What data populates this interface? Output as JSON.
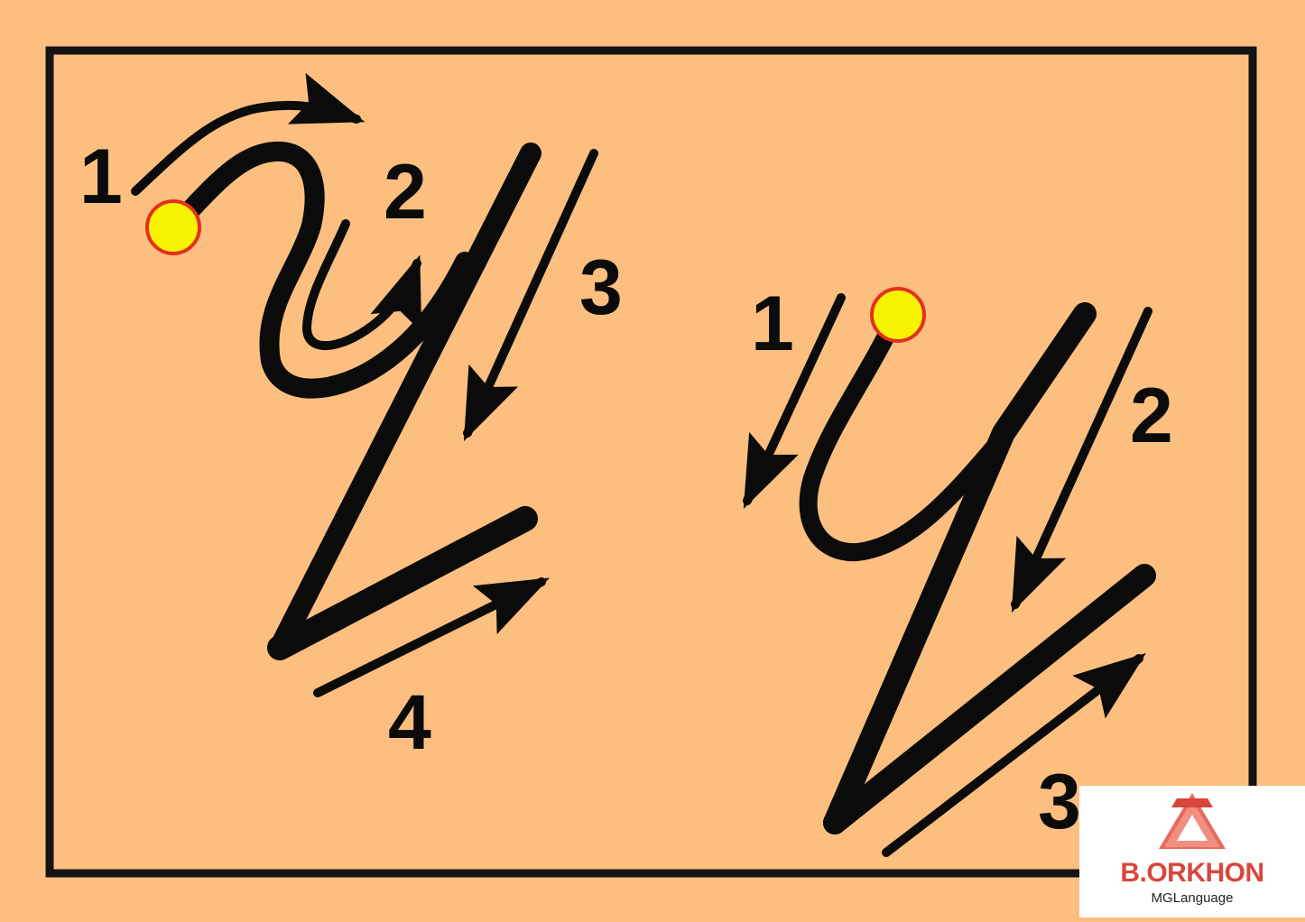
{
  "colors": {
    "background": "#fdbf7f",
    "frame": "#141414",
    "stroke": "#0b0b0b",
    "start_dot_fill": "#f6f200",
    "start_dot_outline": "#e4301d",
    "logo_red": "#d9463b"
  },
  "left_letter": {
    "step_labels": [
      "1",
      "2",
      "3",
      "4"
    ],
    "start_marker": "start-dot"
  },
  "right_letter": {
    "step_labels": [
      "1",
      "2",
      "3"
    ],
    "start_marker": "start-dot"
  },
  "logo": {
    "icon": "triangle-logo-icon",
    "name": "B.ORKHON",
    "tagline": "MGLanguage"
  }
}
